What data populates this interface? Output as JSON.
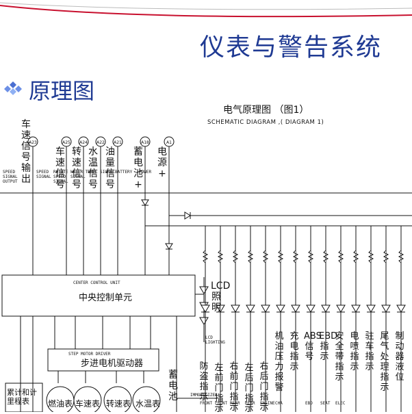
{
  "slide": {
    "title": "仪表与警告系统",
    "section": "原理图"
  },
  "diagram": {
    "title": "电气原理图 （图1）",
    "subtitle": "SCHEMATIC DIAGRAM ,( DIAGRAM 1)",
    "top_signals": [
      {
        "pin": "A23",
        "label": "车速信号输出",
        "en": "SPEED SIGNAL OUTPUT"
      },
      {
        "pin": "A25",
        "label": "车速信号",
        "en": "SPEED SIGNAL"
      },
      {
        "pin": "A24",
        "label": "转速信号",
        "en": "ROTATE SPEED SIGNAL"
      },
      {
        "pin": "A22",
        "label": "水温信号",
        "en": "WATER TEMP SIGNAL"
      },
      {
        "pin": "A21",
        "label": "油量信号",
        "en": "FUEL SIGNAL"
      },
      {
        "pin": "A18",
        "label": "蓄电池+",
        "en": "BATTERY"
      },
      {
        "pin": "A1",
        "label": "电源+",
        "en": "POWER"
      }
    ],
    "ccu": {
      "en": "CENTER CONTROL UNIT",
      "label": "中央控制单元"
    },
    "stepper": {
      "en": "STEP MOTOR DRIVER",
      "label": "步进电机驱动器"
    },
    "gauges": [
      "燃油表",
      "车速表",
      "转速表",
      "水温表"
    ],
    "odometer": "累计和计里程表",
    "lcd": {
      "label": "LCD照明",
      "en": "LCD LIGHTING"
    },
    "battery_bottom": "蓄电池",
    "immobilizer": "IMMOBILIZER",
    "indicators": [
      "防盗指示",
      "左前门指示",
      "右前门指示",
      "左后门指示",
      "右后门指示",
      "机油压力报警",
      "充电指示",
      "ABS信号",
      "EBD指示",
      "安全带指示",
      "电喷指示",
      "驻车指示",
      "尾气处理指示",
      "制动器液位"
    ],
    "indicator_en": [
      "FRONT",
      "FRONT",
      "REAR",
      "REAR",
      "ENGINE",
      "CHA",
      "",
      "EBD",
      "SEAT",
      "ELEC",
      "",
      "",
      "",
      ""
    ]
  }
}
